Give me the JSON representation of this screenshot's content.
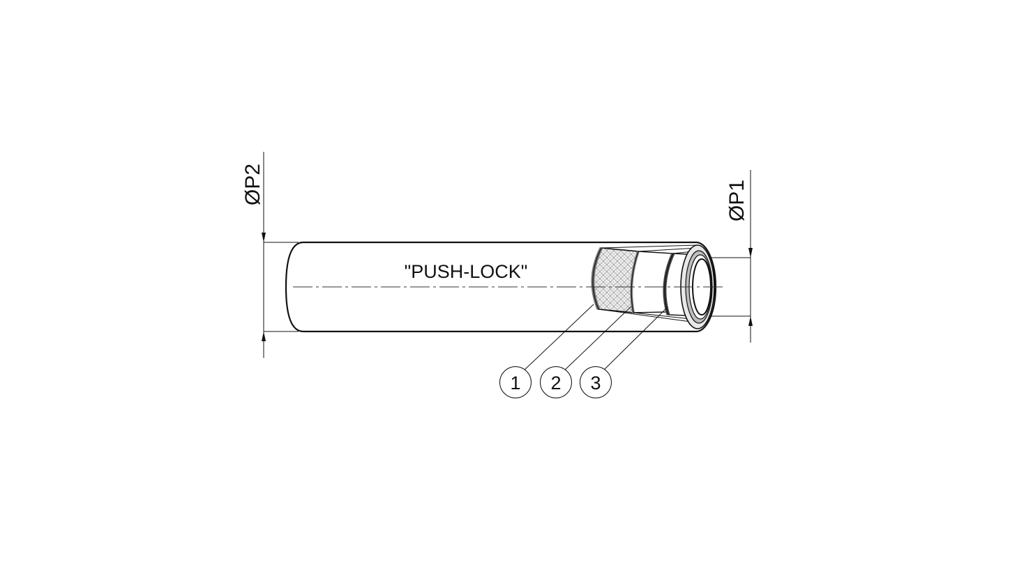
{
  "diagram": {
    "hose_label": "\"PUSH-LOCK\"",
    "dimensions": {
      "outer_diameter_label": "ØP2",
      "inner_diameter_label": "ØP1"
    },
    "callouts": [
      {
        "number": "1"
      },
      {
        "number": "2"
      },
      {
        "number": "3"
      }
    ]
  }
}
